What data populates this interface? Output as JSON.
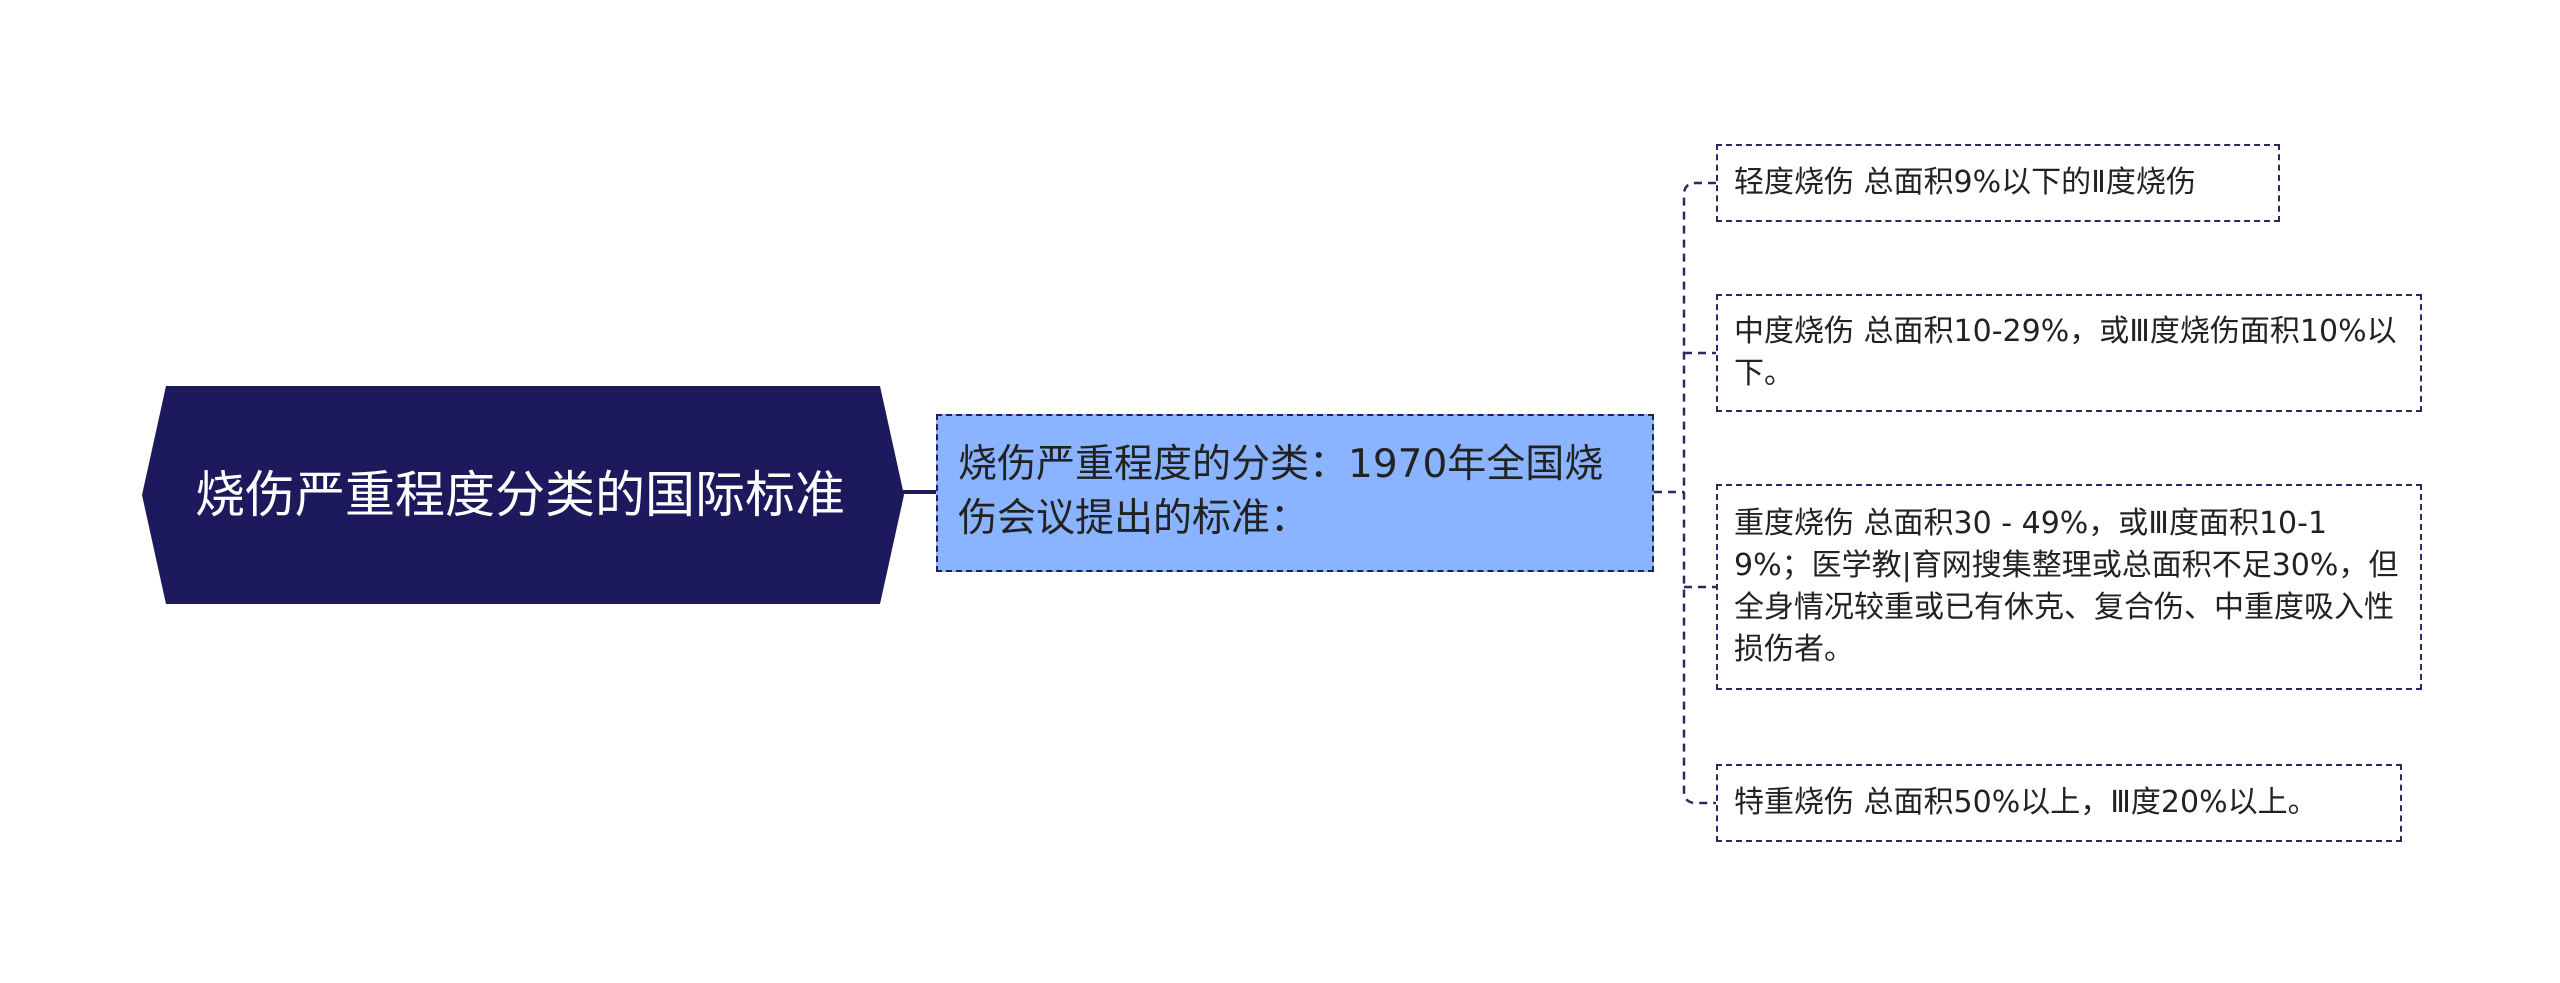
{
  "root": {
    "label": "烧伤严重程度分类的国际标准"
  },
  "middle": {
    "label": "烧伤严重程度的分类：1970年全国烧伤会议提出的标准："
  },
  "leaves": [
    {
      "label": "轻度烧伤 总面积9%以下的Ⅱ度烧伤"
    },
    {
      "label": "中度烧伤 总面积10-29%，或Ⅲ度烧伤面积10%以下。"
    },
    {
      "label": "重度烧伤 总面积30 - 49%，或Ⅲ度面积10-19%；医学教|育网搜集整理或总面积不足30%，但全身情况较重或已有休克、复合伤、中重度吸入性损伤者。"
    },
    {
      "label": "特重烧伤 总面积50%以上，Ⅲ度20%以上。"
    }
  ],
  "colors": {
    "root_fill": "#1c1a5c",
    "middle_fill": "#8ab4ff",
    "border": "#1f1f5a",
    "connector": "#1c1a5c"
  }
}
